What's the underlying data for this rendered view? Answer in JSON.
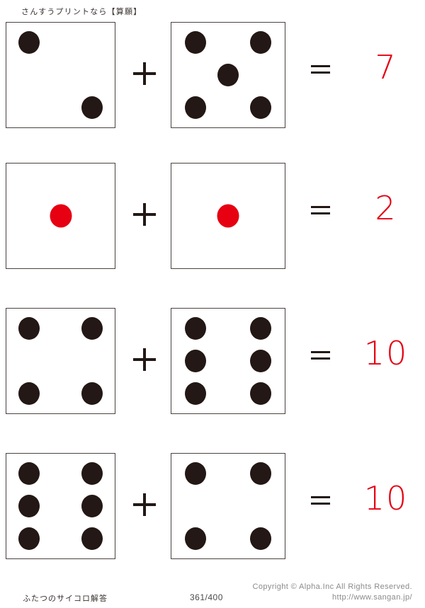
{
  "header": {
    "title": "さんすうプリントなら【算願】"
  },
  "worksheet": {
    "operator": "+",
    "equals": "=",
    "colors": {
      "pip_dark": "#231815",
      "pip_red": "#e60012",
      "answer_red": "#e60012",
      "die_border": "#4b4240"
    },
    "rows": [
      {
        "index": 1,
        "left_die": {
          "value": 2,
          "pips": [
            "top-left",
            "bottom-right"
          ],
          "color": "dark"
        },
        "right_die": {
          "value": 5,
          "pips": [
            "top-left",
            "top-right",
            "center",
            "bottom-left",
            "bottom-right"
          ],
          "color": "dark"
        },
        "answer": "7"
      },
      {
        "index": 2,
        "left_die": {
          "value": 1,
          "pips": [
            "center"
          ],
          "color": "red"
        },
        "right_die": {
          "value": 1,
          "pips": [
            "center"
          ],
          "color": "red"
        },
        "answer": "2"
      },
      {
        "index": 3,
        "left_die": {
          "value": 4,
          "pips": [
            "top-left",
            "top-right",
            "bottom-left",
            "bottom-right"
          ],
          "color": "dark"
        },
        "right_die": {
          "value": 6,
          "pips": [
            "top-left",
            "top-right",
            "mid-left",
            "mid-right",
            "bottom-left",
            "bottom-right"
          ],
          "color": "dark"
        },
        "answer": "10"
      },
      {
        "index": 4,
        "left_die": {
          "value": 6,
          "pips": [
            "top-left",
            "top-right",
            "mid-left",
            "mid-right",
            "bottom-left",
            "bottom-right"
          ],
          "color": "dark"
        },
        "right_die": {
          "value": 4,
          "pips": [
            "top-left",
            "top-right",
            "bottom-left",
            "bottom-right"
          ],
          "color": "dark"
        },
        "answer": "10"
      }
    ]
  },
  "footer": {
    "worksheet_name": "ふたつのサイコロ解答",
    "page": "361/400",
    "copyright": "Copyright ©  Alpha.Inc All Rights Reserved.",
    "url": "http://www.sangan.jp/"
  }
}
